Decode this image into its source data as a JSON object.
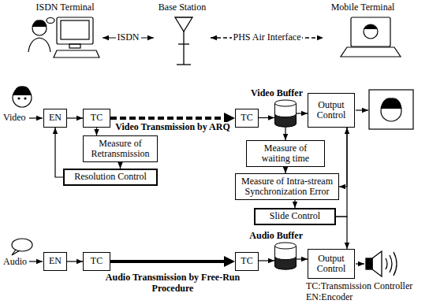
{
  "diagram": {
    "nodes": [
      {
        "text": [
          "ISDN Terminal"
        ]
      },
      {
        "text": [
          "Base Station"
        ]
      },
      {
        "text": [
          "Mobile Terminal"
        ]
      },
      {
        "text": [
          "EN"
        ]
      },
      {
        "text": [
          "TC"
        ]
      },
      {
        "text": [
          "TC"
        ]
      },
      {
        "text": [
          "Video Buffer"
        ]
      },
      {
        "text": [
          "Output Control"
        ]
      },
      {
        "text": [
          "Measure of Retransmission"
        ]
      },
      {
        "text": [
          "Measure of waiting time"
        ]
      },
      {
        "text": [
          "Resolution Control"
        ]
      },
      {
        "text": [
          "Measure of Intra-stream Synchronization Error"
        ]
      },
      {
        "text": [
          "Slide Control"
        ]
      },
      {
        "text": [
          "EN"
        ]
      },
      {
        "text": [
          "TC"
        ]
      },
      {
        "text": [
          "TC"
        ]
      },
      {
        "text": [
          "Audio Buffer"
        ]
      },
      {
        "text": [
          "Output Control"
        ]
      }
    ],
    "edges": [
      {
        "from": 0,
        "to": 1,
        "arrow": "both",
        "label": "ISDN"
      },
      {
        "from": 1,
        "to": 2,
        "arrow": "both",
        "label": "PHS Air Interface"
      },
      {
        "from": 3,
        "to": 4,
        "arrow": "to"
      },
      {
        "from": 4,
        "to": 5,
        "arrow": "to",
        "label": "Video Transmission by ARQ"
      },
      {
        "from": 5,
        "to": 6,
        "arrow": "to"
      },
      {
        "from": 6,
        "to": 7,
        "arrow": "to"
      },
      {
        "from": 4,
        "to": 8,
        "arrow": "to"
      },
      {
        "from": 8,
        "to": 10,
        "arrow": "to"
      },
      {
        "from": 10,
        "to": 3,
        "arrow": "to"
      },
      {
        "from": 6,
        "to": 9,
        "arrow": "to"
      },
      {
        "from": 9,
        "to": 11,
        "arrow": "to"
      },
      {
        "from": 11,
        "to": 12,
        "arrow": "to"
      },
      {
        "from": 7,
        "to": 11,
        "arrow": "to"
      },
      {
        "from": 12,
        "to": 7,
        "arrow": "to"
      },
      {
        "from": 12,
        "to": 17,
        "arrow": "to"
      },
      {
        "from": 13,
        "to": 14,
        "arrow": "to"
      },
      {
        "from": 14,
        "to": 15,
        "arrow": "to",
        "label": "Audio Transmission by Free-Run Procedure"
      },
      {
        "from": 15,
        "to": 16,
        "arrow": "to"
      },
      {
        "from": 16,
        "to": 17,
        "arrow": "to"
      }
    ],
    "labels": [
      "Video",
      "Audio",
      "TC:Transmission Controller",
      "EN:Encoder"
    ]
  }
}
